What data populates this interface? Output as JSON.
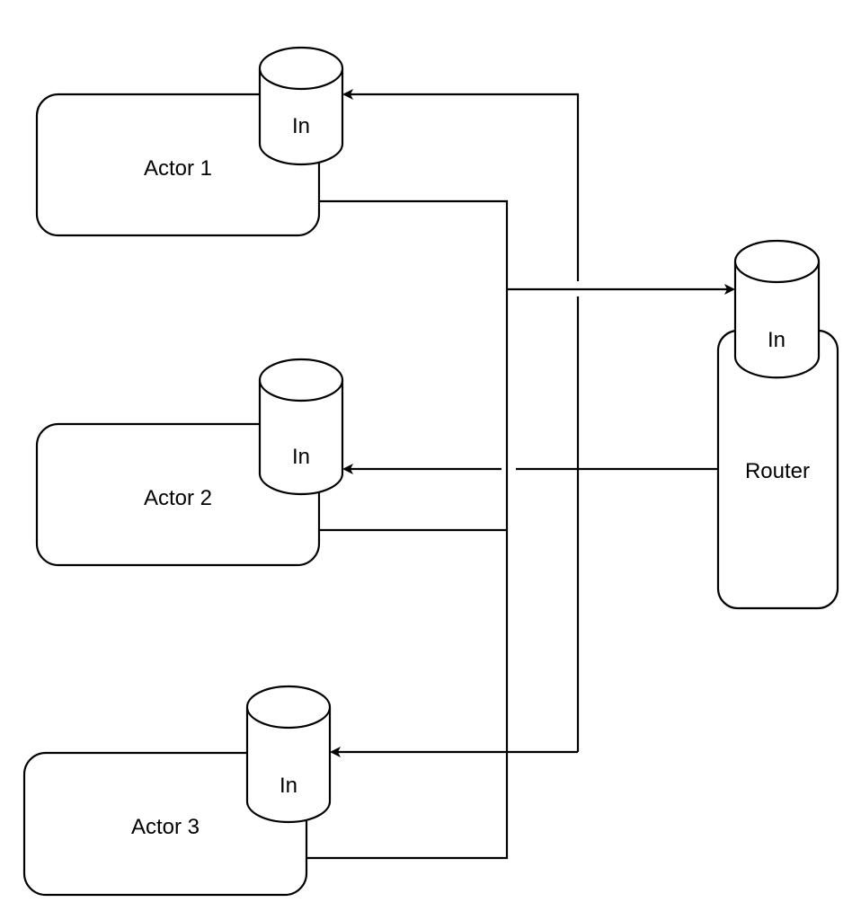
{
  "nodes": {
    "actor1": {
      "label": "Actor 1",
      "queue_label": "In"
    },
    "actor2": {
      "label": "Actor 2",
      "queue_label": "In"
    },
    "actor3": {
      "label": "Actor 3",
      "queue_label": "In"
    },
    "router": {
      "label": "Router",
      "queue_label": "In"
    }
  },
  "edges": [
    {
      "from": "Actor 1",
      "to": "Router In"
    },
    {
      "from": "Actor 2",
      "to": "Router In"
    },
    {
      "from": "Actor 3",
      "to": "Router In"
    },
    {
      "from": "Router",
      "to": "Actor 1 In"
    },
    {
      "from": "Router",
      "to": "Actor 2 In"
    },
    {
      "from": "Router",
      "to": "Actor 3 In"
    }
  ],
  "colors": {
    "stroke": "#000000",
    "fill": "#ffffff"
  }
}
